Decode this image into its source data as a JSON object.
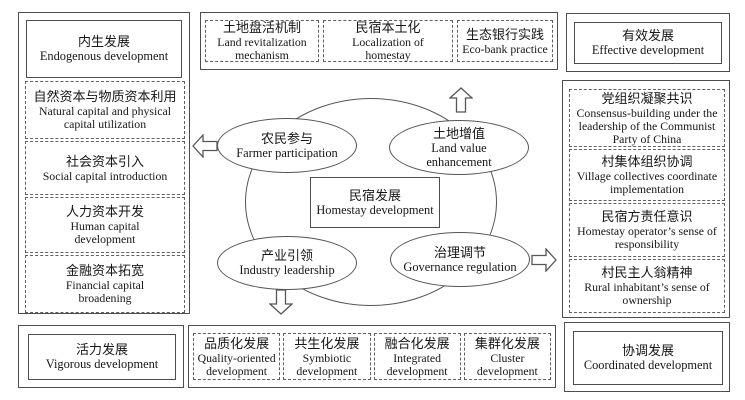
{
  "figure": {
    "background": "#ffffff",
    "solid_line_color": "#4d4d4d",
    "dashed_line_color": "#5f5f5f",
    "text_color": "#161616"
  },
  "outcomes": {
    "top_left": {
      "zh": "内生发展",
      "en": "Endogenous development"
    },
    "top_right": {
      "zh": "有效发展",
      "en": "Effective development"
    },
    "bottom_left": {
      "zh": "活力发展",
      "en": "Vigorous development"
    },
    "bottom_right": {
      "zh": "协调发展",
      "en": "Coordinated development"
    }
  },
  "top_mechanisms": [
    {
      "zh": "土地盘活机制",
      "en": "Land revitalization mechanism"
    },
    {
      "zh": "民宿本土化",
      "en": "Localization of homestay"
    },
    {
      "zh": "生态银行实践",
      "en": "Eco-bank practice"
    }
  ],
  "left_capitals": [
    {
      "zh": "自然资本与物质资本利用",
      "en": "Natural capital and physical capital utilization"
    },
    {
      "zh": "社会资本引入",
      "en": "Social capital introduction"
    },
    {
      "zh": "人力资本开发",
      "en": "Human capital development"
    },
    {
      "zh": "金融资本拓宽",
      "en": "Financial capital broadening"
    }
  ],
  "right_governance": [
    {
      "zh": "党组织凝聚共识",
      "en": "Consensus-building under the leadership of the Communist Party of China"
    },
    {
      "zh": "村集体组织协调",
      "en": "Village collectives coordinate implementation"
    },
    {
      "zh": "民宿方责任意识",
      "en": "Homestay operator’s sense of responsibility"
    },
    {
      "zh": "村民主人翁精神",
      "en": "Rural inhabitant’s sense of ownership"
    }
  ],
  "bottom_modes": [
    {
      "zh": "品质化发展",
      "en": "Quality-oriented development"
    },
    {
      "zh": "共生化发展",
      "en": "Symbiotic development"
    },
    {
      "zh": "融合化发展",
      "en": "Integrated development"
    },
    {
      "zh": "集群化发展",
      "en": "Cluster development"
    }
  ],
  "core": {
    "hub": {
      "zh": "民宿发展",
      "en": "Homestay development"
    },
    "nodes": {
      "farmer": {
        "zh": "农民参与",
        "en": "Farmer participation"
      },
      "land": {
        "zh": "土地增值",
        "en": "Land value enhancement"
      },
      "industry": {
        "zh": "产业引领",
        "en": "Industry leadership"
      },
      "governance": {
        "zh": "治理调节",
        "en": "Governance regulation"
      }
    }
  }
}
